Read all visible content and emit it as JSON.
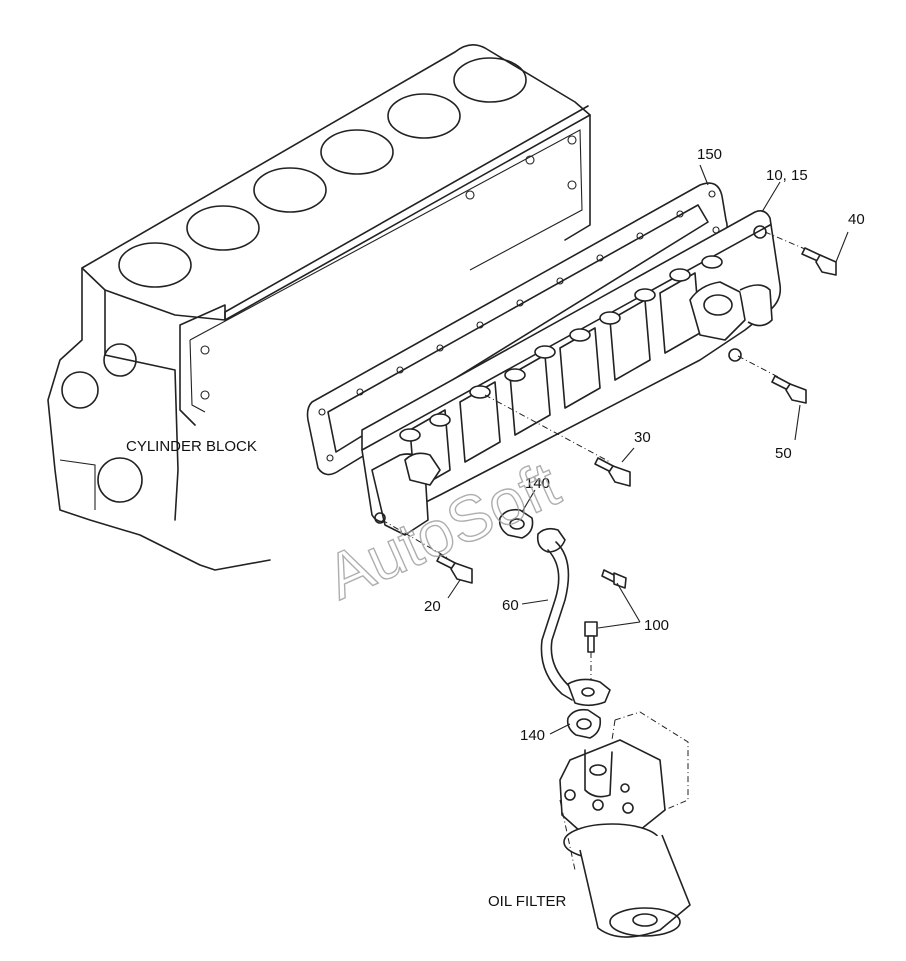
{
  "labels": {
    "cylinder_block": "CYLINDER BLOCK",
    "oil_filter": "OIL FILTER",
    "p150": "150",
    "p10_15": "10, 15",
    "p40": "40",
    "p50": "50",
    "p30": "30",
    "p140_upper": "140",
    "p140_lower": "140",
    "p20": "20",
    "p60": "60",
    "p100": "100"
  },
  "watermark": "AutoSoft"
}
